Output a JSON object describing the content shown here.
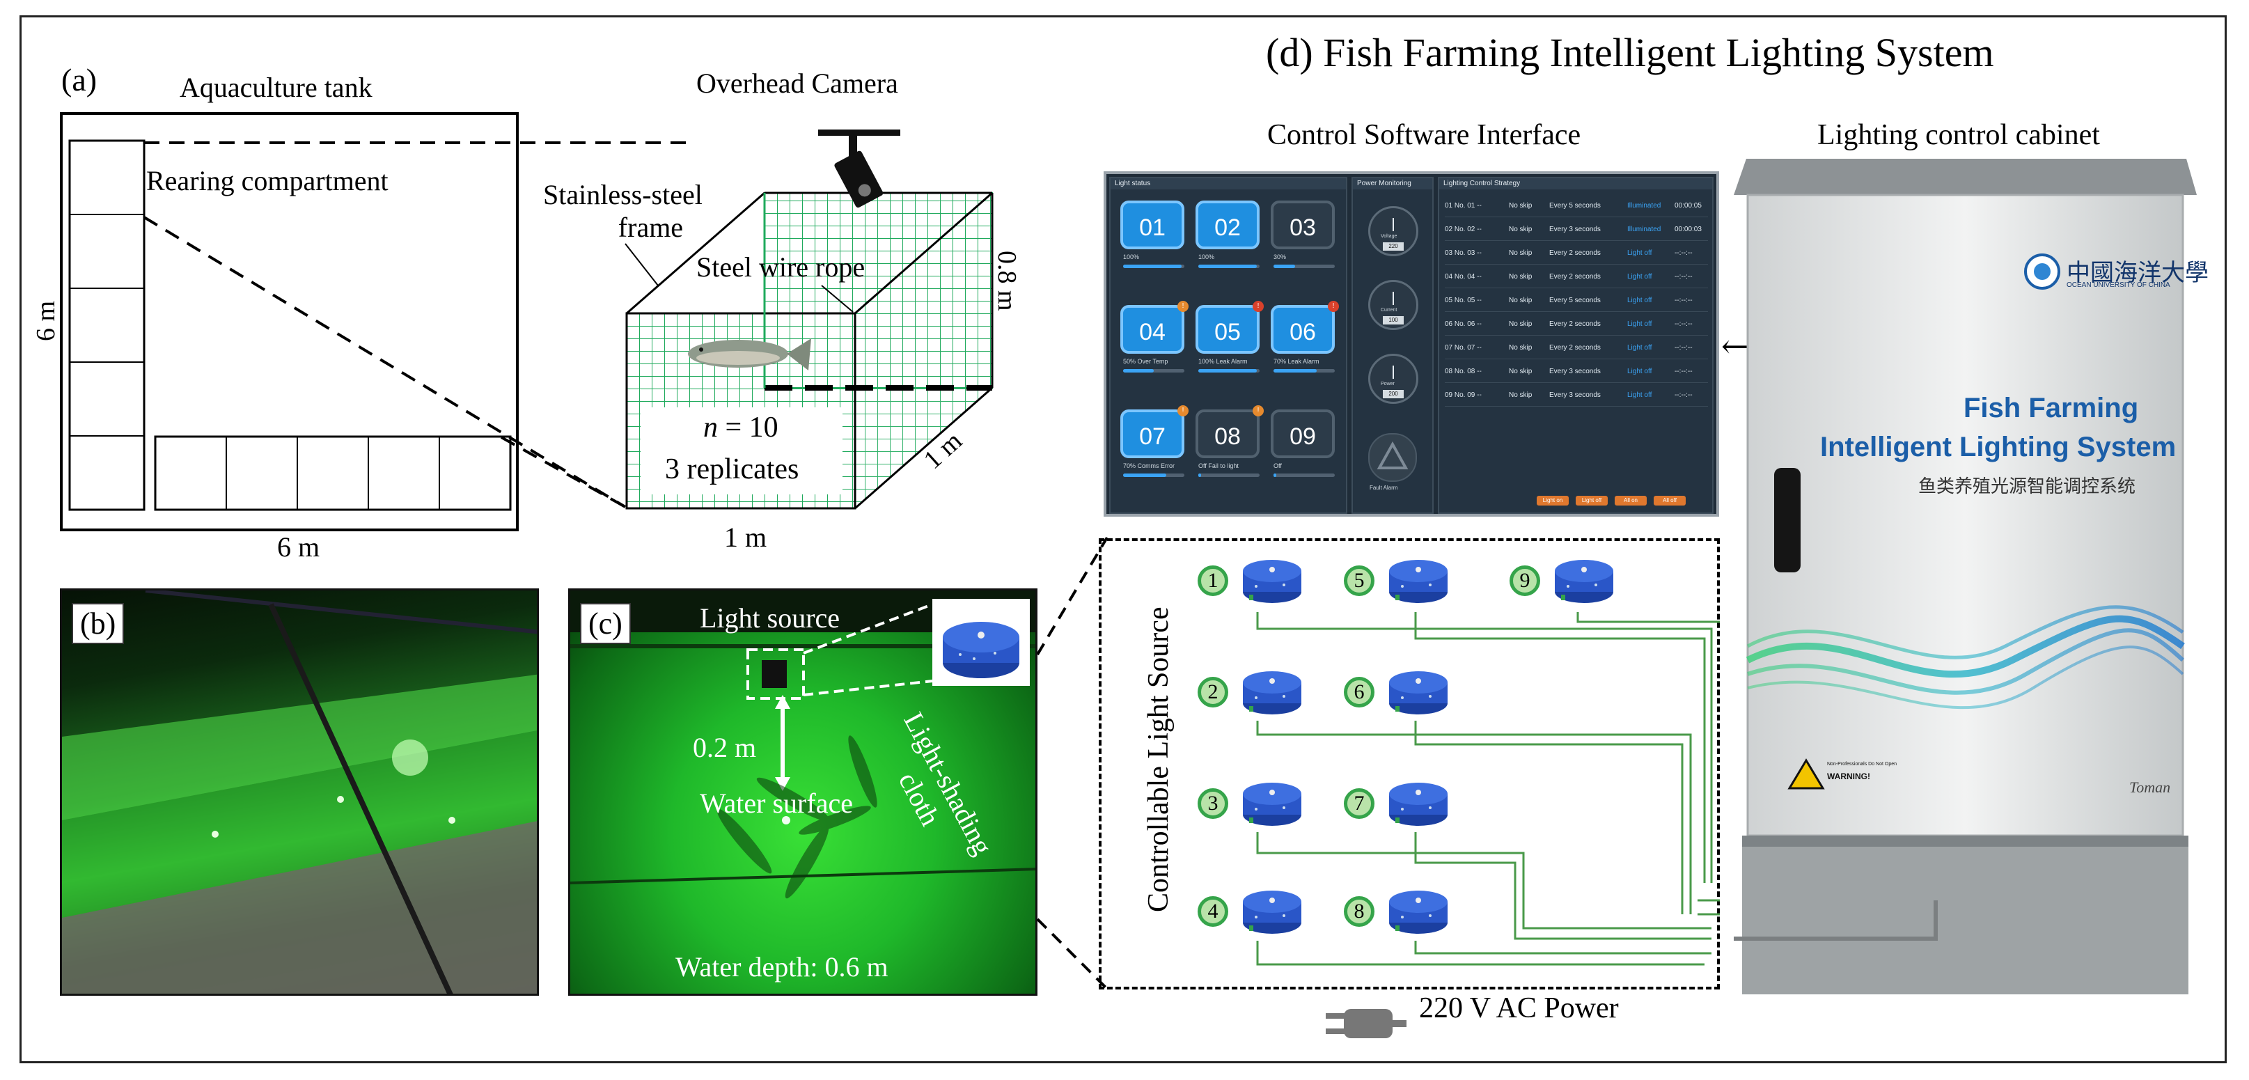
{
  "panel_a": {
    "tag": "(a)",
    "tank_label": "Aquaculture tank",
    "compartment_label": "Rearing compartment",
    "dim_vertical": "6 m",
    "dim_horizontal": "6 m",
    "camera_label": "Overhead Camera",
    "frame_label": "Stainless-steel\nframe",
    "frame_label_l1": "Stainless-steel",
    "frame_label_l2": "frame",
    "rope_label": "Steel wire rope",
    "n_label_italic": "n",
    "n_label_rest": " = 10",
    "replicates_label": "3  replicates",
    "cage_height": "0.8 m",
    "cage_depth": "1 m",
    "cage_width": "1 m"
  },
  "panel_b": {
    "tag": "(b)"
  },
  "panel_c": {
    "tag": "(c)",
    "light_source": "Light source",
    "distance": "0.2 m",
    "water_surface": "Water surface",
    "shading_l1": "Light-shading",
    "shading_l2": "cloth",
    "water_depth": "Water depth: 0.6 m"
  },
  "panel_d": {
    "title": "(d)  Fish Farming Intelligent Lighting System",
    "software_title": "Control Software Interface",
    "cabinet_title": "Lighting control cabinet",
    "light_source_axis": "Controllable Light Source",
    "power_label": "220 V AC  Power",
    "source_numbers": [
      "1",
      "2",
      "3",
      "4",
      "5",
      "6",
      "7",
      "8",
      "9"
    ]
  },
  "software": {
    "light_status_header": "Light status",
    "power_header": "Power Monitoring",
    "strategy_header": "Lighting Control Strategy",
    "lights": [
      {
        "id": "01",
        "state": "on",
        "caption": "100%",
        "level": 0.95,
        "badge": ""
      },
      {
        "id": "02",
        "state": "on",
        "caption": "100%",
        "level": 0.95,
        "badge": ""
      },
      {
        "id": "03",
        "state": "off",
        "caption": "30%",
        "level": 0.35,
        "badge": ""
      },
      {
        "id": "04",
        "state": "on",
        "caption": "50% Over Temp",
        "level": 0.5,
        "badge": "!"
      },
      {
        "id": "05",
        "state": "on",
        "caption": "100% Leak Alarm",
        "level": 0.95,
        "badge": "!"
      },
      {
        "id": "06",
        "state": "on",
        "caption": "70% Leak Alarm",
        "level": 0.7,
        "badge": "!"
      },
      {
        "id": "07",
        "state": "on",
        "caption": "70% Comms Error",
        "level": 0.7,
        "badge": "!"
      },
      {
        "id": "08",
        "state": "off",
        "caption": "Off  Fail to light",
        "level": 0.05,
        "badge": "!"
      },
      {
        "id": "09",
        "state": "off",
        "caption": "Off",
        "level": 0.05,
        "badge": ""
      }
    ],
    "gauges": [
      {
        "label": "Voltage",
        "value": "220"
      },
      {
        "label": "Current",
        "value": "100"
      },
      {
        "label": "Power",
        "value": "200"
      }
    ],
    "fault_label": "Fault Alarm",
    "strategy_rows": [
      {
        "no": "01  No. 01 --",
        "skip": "No skip",
        "every": "Every 5 seconds",
        "status": "Illuminated",
        "time": "00:00:05"
      },
      {
        "no": "02  No. 02 --",
        "skip": "No skip",
        "every": "Every 3 seconds",
        "status": "Illuminated",
        "time": "00:00:03"
      },
      {
        "no": "03  No. 03 --",
        "skip": "No skip",
        "every": "Every 2 seconds",
        "status": "Light off",
        "time": "--:--:--"
      },
      {
        "no": "04  No. 04 --",
        "skip": "No skip",
        "every": "Every 2 seconds",
        "status": "Light off",
        "time": "--:--:--"
      },
      {
        "no": "05  No. 05 --",
        "skip": "No skip",
        "every": "Every 5 seconds",
        "status": "Light off",
        "time": "--:--:--"
      },
      {
        "no": "06  No. 06 --",
        "skip": "No skip",
        "every": "Every 2 seconds",
        "status": "Light off",
        "time": "--:--:--"
      },
      {
        "no": "07  No. 07 --",
        "skip": "No skip",
        "every": "Every 2 seconds",
        "status": "Light off",
        "time": "--:--:--"
      },
      {
        "no": "08  No. 08 --",
        "skip": "No skip",
        "every": "Every 3 seconds",
        "status": "Light off",
        "time": "--:--:--"
      },
      {
        "no": "09  No. 09 --",
        "skip": "No skip",
        "every": "Every 3 seconds",
        "status": "Light off",
        "time": "--:--:--"
      }
    ],
    "buttons": [
      "Light on",
      "Light off",
      "All on",
      "All off"
    ]
  },
  "cabinet": {
    "university_cn": "中國海洋大學",
    "university_en": "OCEAN UNIVERSITY OF CHINA",
    "title_l1": "Fish Farming",
    "title_l2": "Intelligent Lighting System",
    "subtitle_cn": "鱼类养殖光源智能调控系统",
    "warning_text": "WARNING!",
    "warning_small": "Non-Professionals\nDo Not Open",
    "brand": "Toman"
  },
  "colors": {
    "grid_green": "#1faa5c",
    "light_blue": "#1f8fe0",
    "cabinet_blue": "#1b5ea8",
    "node_green": "#35a44a"
  }
}
